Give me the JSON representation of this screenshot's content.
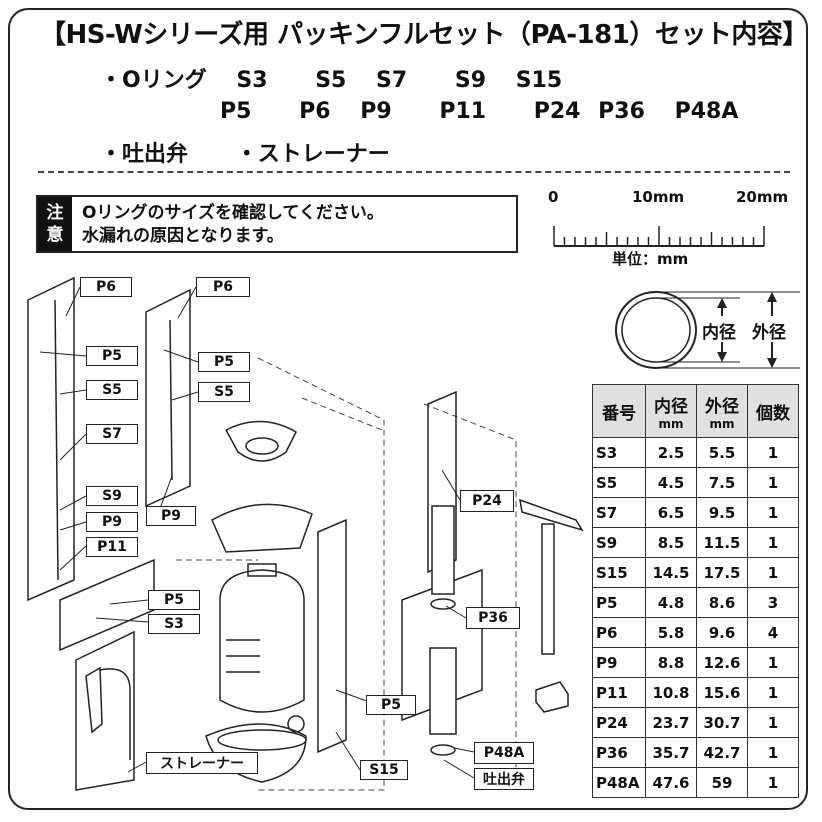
{
  "title": "【HS-Wシリーズ用 パッキンフルセット（PA-181）セット内容】",
  "contents": {
    "oring_label": "・Oリング",
    "s_series": [
      "S3",
      "S5",
      "S7",
      "S9",
      "S15"
    ],
    "p_series": [
      "P5",
      "P6",
      "P9",
      "P11",
      "P24",
      "P36",
      "P48A"
    ],
    "other_item1": "・吐出弁",
    "other_item2": "・ストレーナー"
  },
  "notice": {
    "tag_line1": "注",
    "tag_line2": "意",
    "text_line1": "Oリングのサイズを確認してください。",
    "text_line2": "水漏れの原因となります。"
  },
  "ruler": {
    "label_0": "0",
    "label_10": "10mm",
    "label_20": "20mm",
    "unit": "単位：mm"
  },
  "ring": {
    "inner_label": "内径",
    "outer_label": "外径"
  },
  "table": {
    "headers": {
      "code": "番号",
      "inner": "内径",
      "inner_unit": "mm",
      "outer": "外径",
      "outer_unit": "mm",
      "qty": "個数"
    },
    "rows": [
      {
        "code": "S3",
        "inner": "2.5",
        "outer": "5.5",
        "qty": "1"
      },
      {
        "code": "S5",
        "inner": "4.5",
        "outer": "7.5",
        "qty": "1"
      },
      {
        "code": "S7",
        "inner": "6.5",
        "outer": "9.5",
        "qty": "1"
      },
      {
        "code": "S9",
        "inner": "8.5",
        "outer": "11.5",
        "qty": "1"
      },
      {
        "code": "S15",
        "inner": "14.5",
        "outer": "17.5",
        "qty": "1"
      },
      {
        "code": "P5",
        "inner": "4.8",
        "outer": "8.6",
        "qty": "3"
      },
      {
        "code": "P6",
        "inner": "5.8",
        "outer": "9.6",
        "qty": "4"
      },
      {
        "code": "P9",
        "inner": "8.8",
        "outer": "12.6",
        "qty": "1"
      },
      {
        "code": "P11",
        "inner": "10.8",
        "outer": "15.6",
        "qty": "1"
      },
      {
        "code": "P24",
        "inner": "23.7",
        "outer": "30.7",
        "qty": "1"
      },
      {
        "code": "P36",
        "inner": "35.7",
        "outer": "42.7",
        "qty": "1"
      },
      {
        "code": "P48A",
        "inner": "47.6",
        "outer": "59",
        "qty": "1"
      }
    ]
  },
  "callouts": {
    "p6_a": "P6",
    "p6_b": "P6",
    "p5_a": "P5",
    "p5_b": "P5",
    "s5_a": "S5",
    "s5_b": "S5",
    "s7": "S7",
    "s9": "S9",
    "p9_a": "P9",
    "p9_b": "P9",
    "p11": "P11",
    "p5_c": "P5",
    "s3": "S3",
    "p24": "P24",
    "p36": "P36",
    "p5_d": "P5",
    "p48a": "P48A",
    "s15": "S15",
    "valve": "吐出弁",
    "strainer": "ストレーナー"
  }
}
